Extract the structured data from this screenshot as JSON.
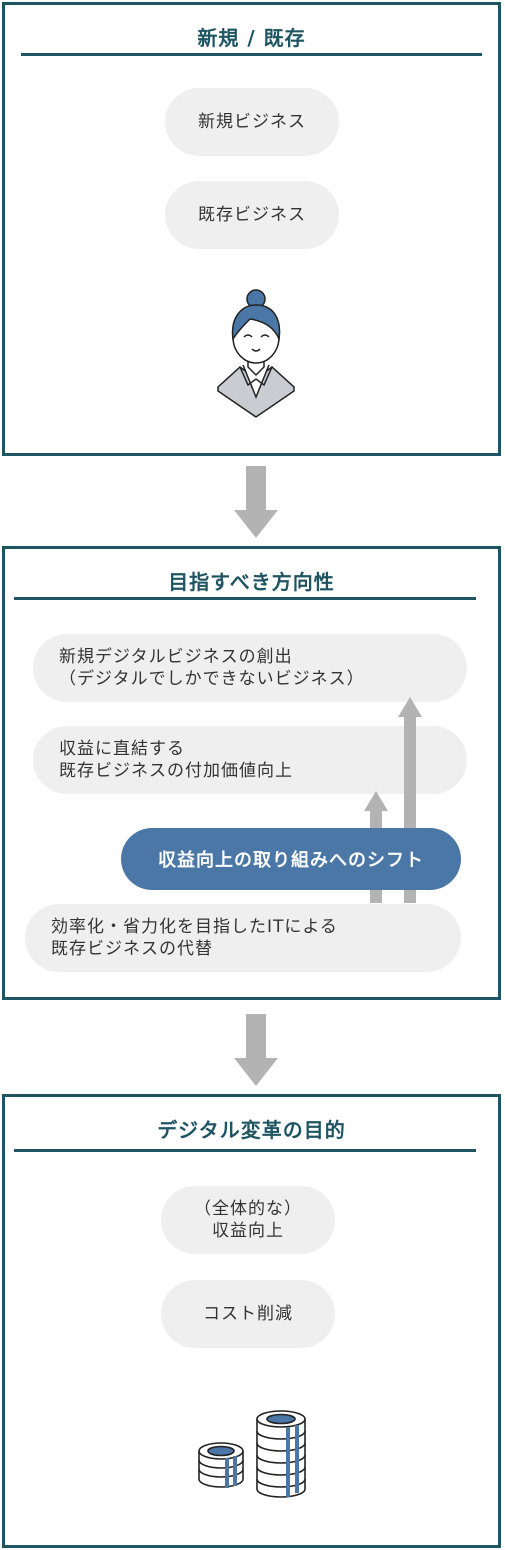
{
  "panel1": {
    "title": "新規 / 既存",
    "items": [
      "新規ビジネス",
      "既存ビジネス"
    ]
  },
  "panel2": {
    "title": "目指すべき方向性",
    "items": [
      "新規デジタルビジネスの創出\n（デジタルでしかできないビジネス）",
      "収益に直結する\n既存ビジネスの付加価値向上",
      "効率化・省力化を目指したITによる\n既存ビジネスの代替"
    ],
    "shift_label": "収益向上の取り組みへのシフト"
  },
  "panel3": {
    "title": "デジタル変革の目的",
    "items": [
      "（全体的な）\n収益向上",
      "コスト削減"
    ]
  },
  "colors": {
    "border": "#1f5563",
    "pill": "#efefef",
    "accent": "#4a77a6",
    "arrow": "#b3b3b3"
  }
}
